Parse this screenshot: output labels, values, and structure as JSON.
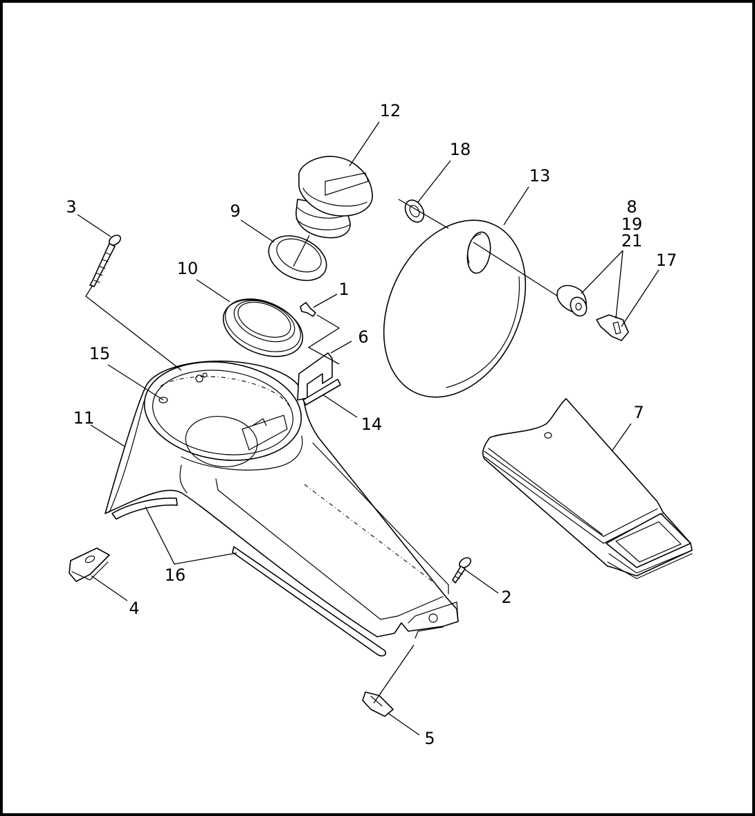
{
  "callouts": {
    "c1": "1",
    "c2": "2",
    "c3": "3",
    "c4": "4",
    "c5": "5",
    "c6": "6",
    "c7": "7",
    "c8": "8",
    "c19": "19",
    "c21": "21",
    "c9": "9",
    "c10": "10",
    "c11": "11",
    "c12": "12",
    "c13": "13",
    "c14": "14",
    "c15": "15",
    "c16": "16",
    "c17": "17",
    "c18": "18"
  }
}
